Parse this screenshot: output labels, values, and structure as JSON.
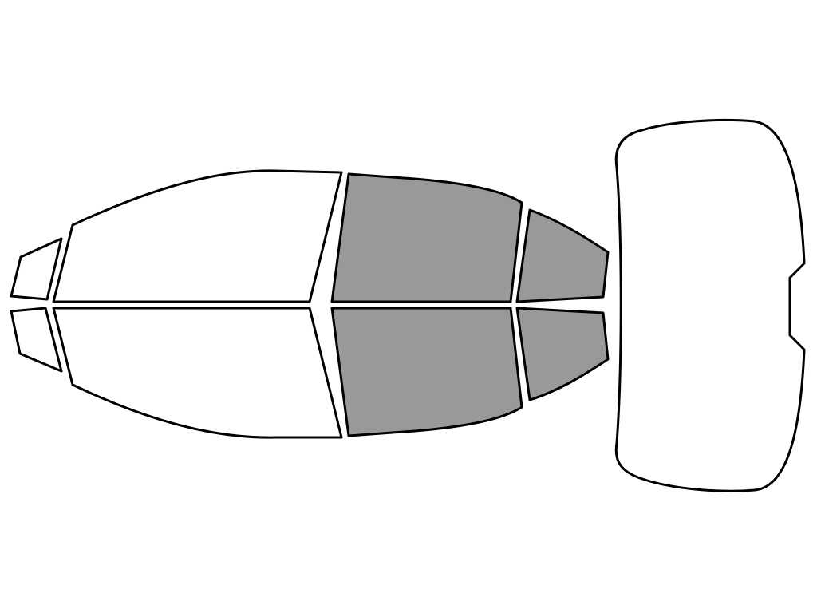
{
  "colors": {
    "background": "#ffffff",
    "outline": "#000000",
    "untinted": "#ffffff",
    "tinted": "#999999"
  },
  "panels": [
    {
      "id": "driver-quarter-glass",
      "tinted": false
    },
    {
      "id": "driver-front-door-window",
      "tinted": false
    },
    {
      "id": "driver-rear-door-window",
      "tinted": true
    },
    {
      "id": "driver-rear-quarter-window",
      "tinted": true
    },
    {
      "id": "passenger-quarter-glass",
      "tinted": false
    },
    {
      "id": "passenger-front-door-window",
      "tinted": false
    },
    {
      "id": "passenger-rear-door-window",
      "tinted": true
    },
    {
      "id": "passenger-rear-quarter-window",
      "tinted": true
    },
    {
      "id": "rear-windshield",
      "tinted": false
    }
  ]
}
